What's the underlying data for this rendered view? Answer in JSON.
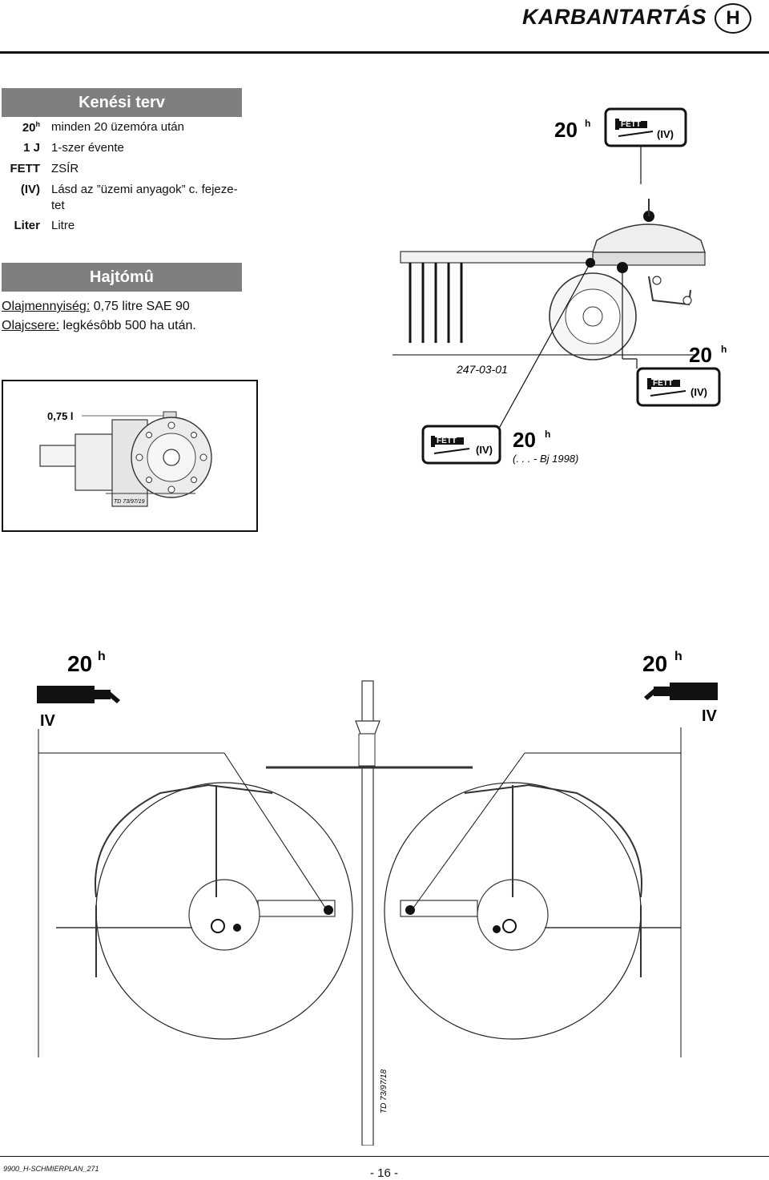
{
  "header": {
    "title": "KARBANTARTÁS",
    "letter": "H"
  },
  "lubrication_plan": {
    "title": "Kenési terv",
    "legend": [
      {
        "key": "20",
        "key_sup": "h",
        "value": "minden 20 üzemóra után"
      },
      {
        "key": "1 J",
        "value": "1-szer évente"
      },
      {
        "key": "FETT",
        "value": "ZSÍR"
      },
      {
        "key": "(IV)",
        "value": "Lásd az ”üzemi anyagok” c. fejeze-",
        "value_cont": "tet"
      },
      {
        "key": "Liter",
        "value": "Litre"
      }
    ]
  },
  "gearbox": {
    "title": "Hajtómû",
    "oil_label": "Olajmennyiség:",
    "oil_value": " 0,75 litre SAE 90",
    "change_label": "Olajcsere:",
    "change_value": " legkésôbb 500 ha után.",
    "figure_label": "0,75 l",
    "figure_ref": "TD 73/97/19"
  },
  "top_figure": {
    "ref": "247-03-01",
    "badge_fett": "FETT",
    "badge_iv": "(IV)",
    "interval_num": "20",
    "interval_unit": "h",
    "note": "(. . . - Bj 1998)"
  },
  "bottom_figure": {
    "interval_num": "20",
    "interval_unit": "h",
    "iv_label": "IV",
    "ref": "TD 73/97/18"
  },
  "footer": {
    "doc_code": "9900_H-SCHMIERPLAN_271",
    "page": "- 16 -"
  }
}
